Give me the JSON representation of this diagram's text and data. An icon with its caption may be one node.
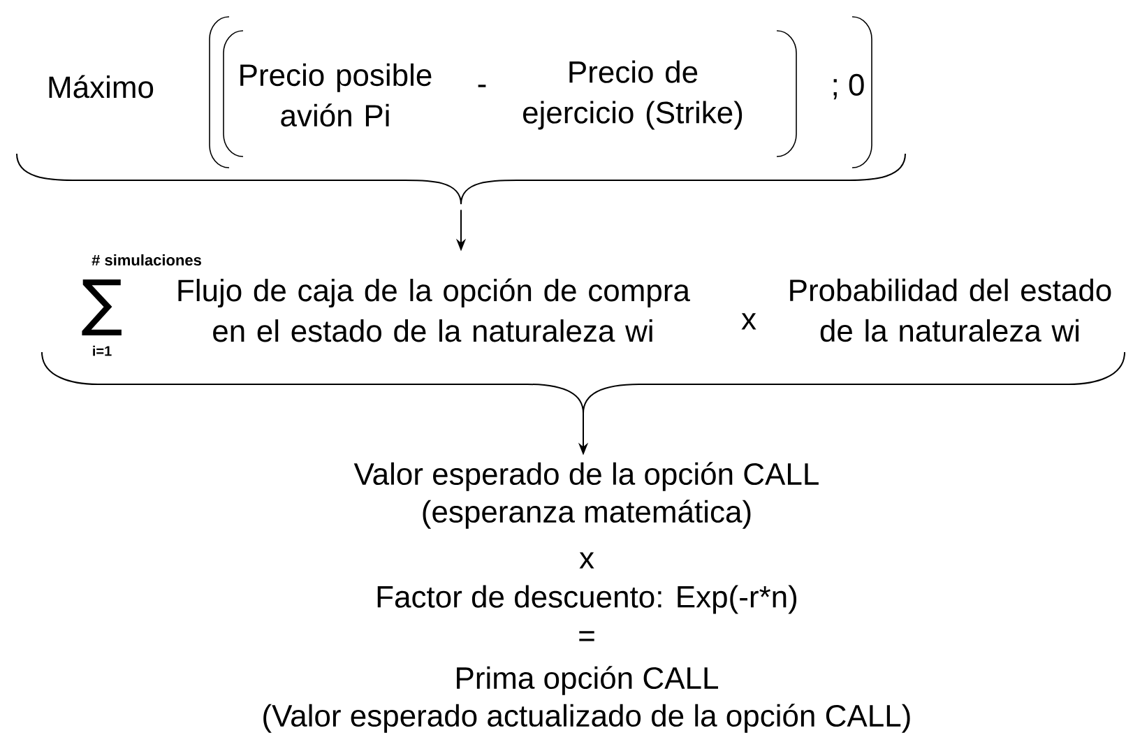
{
  "diagram": {
    "nodes": [
      {
        "text": [
          "Máximo",
          "Precio posible avión Pi",
          "-",
          "Precio de ejercicio (Strike)",
          "; 0"
        ]
      },
      {
        "text": [
          "# simulaciones",
          "∑",
          "i=1",
          "Flujo de caja de la opción de compra en el estado de la naturaleza wi",
          "x",
          "Probabilidad del estado de la naturaleza wi"
        ]
      },
      {
        "text": [
          "Valor esperado de la opción CALL",
          "(esperanza matemática)",
          "x",
          "Factor de descuento: Exp(-r*n)",
          "=",
          "Prima opción CALL",
          "(Valor esperado actualizado de la opción CALL)"
        ]
      }
    ],
    "edges": [
      {
        "from": 0,
        "to": 1,
        "arrow": "to"
      },
      {
        "from": 1,
        "to": 2,
        "arrow": "to"
      }
    ]
  }
}
